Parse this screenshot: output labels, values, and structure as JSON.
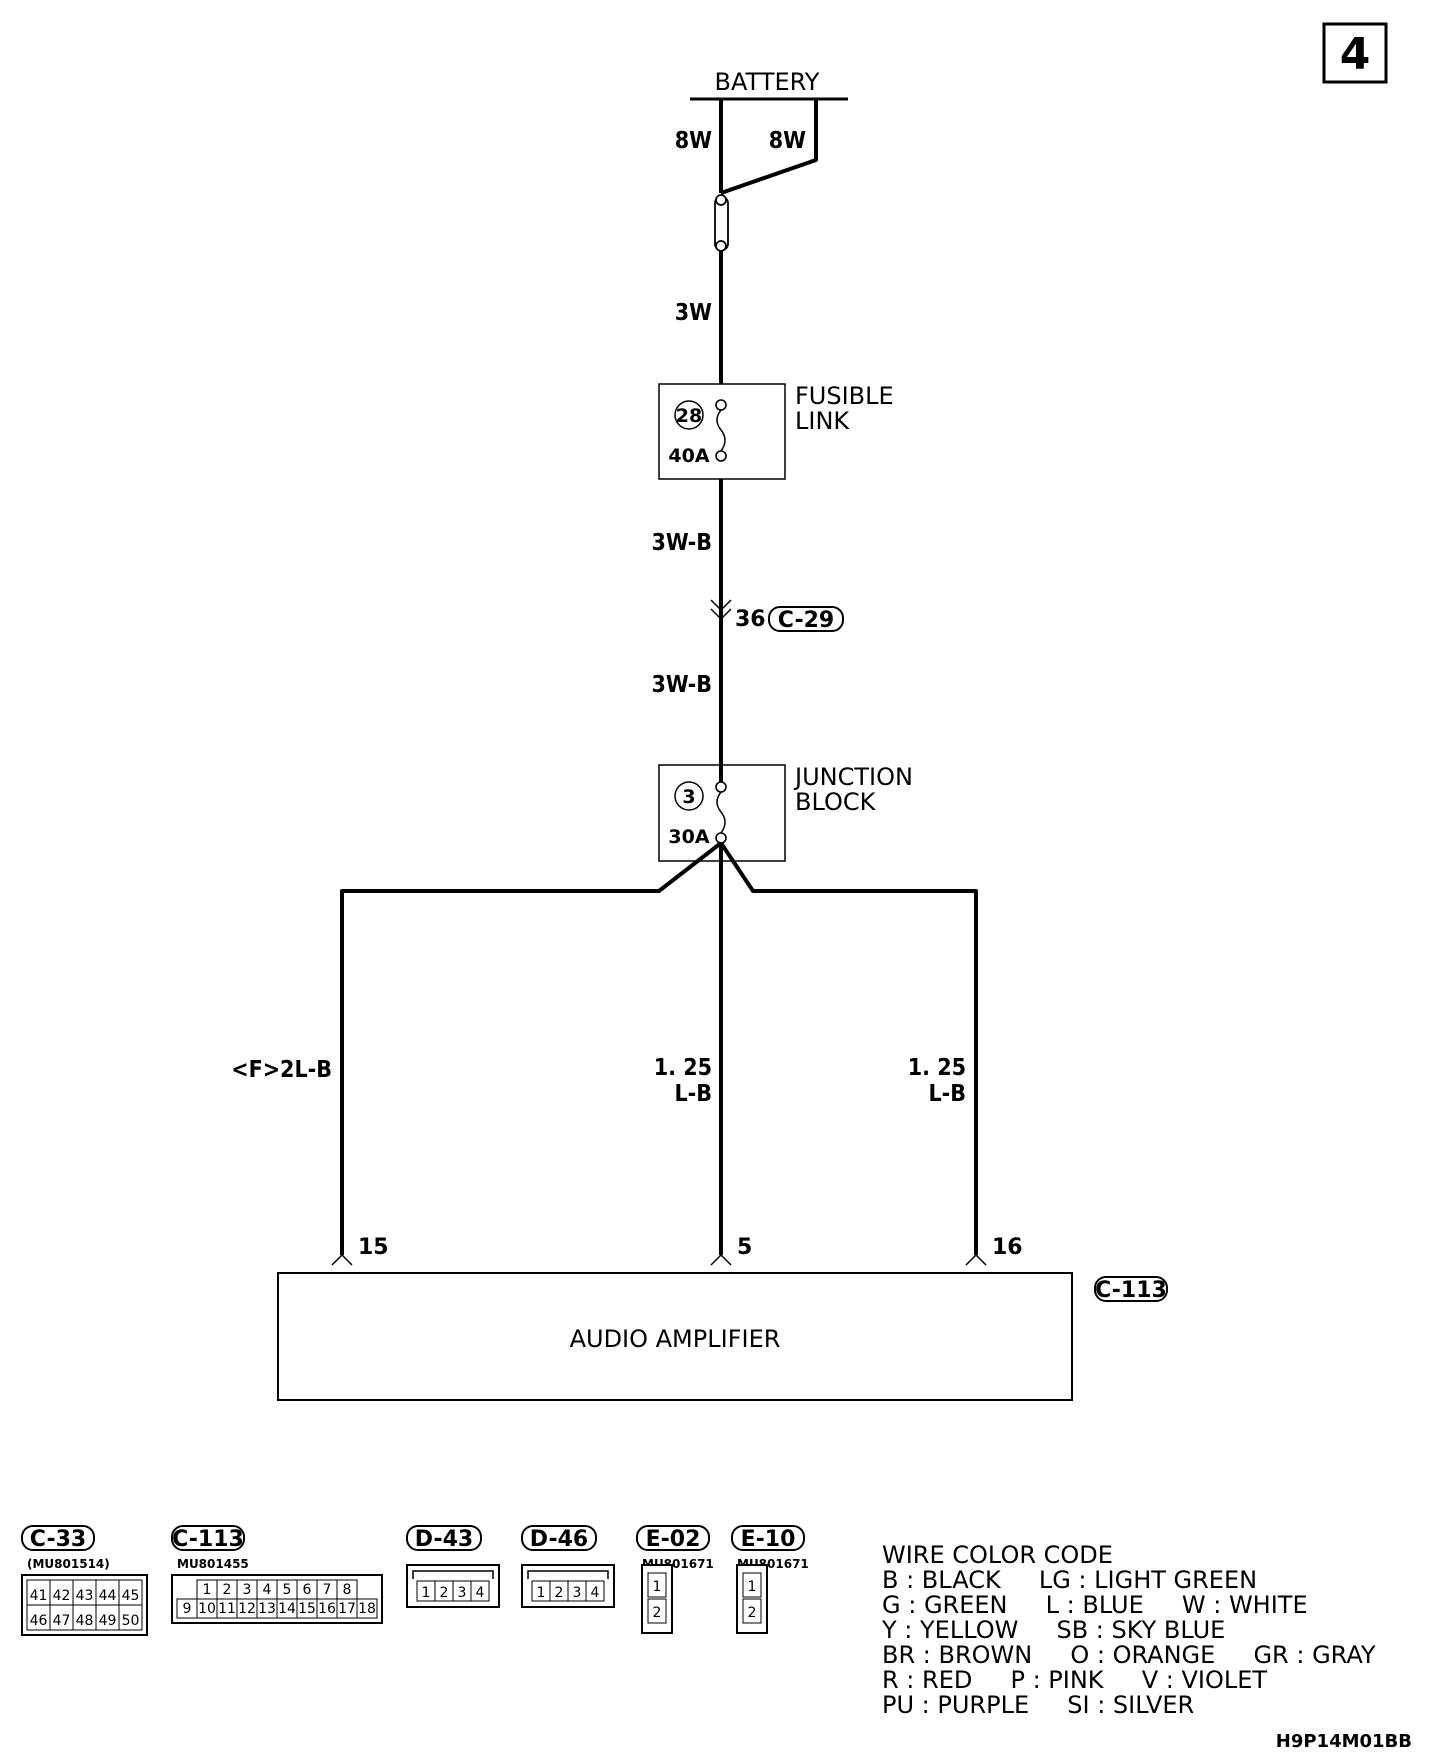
{
  "page_number": "4",
  "battery": {
    "label": "BATTERY",
    "wire_left": "8W",
    "wire_right": "8W"
  },
  "fusible_wire": "3W",
  "fusible_link": {
    "number": "28",
    "rating": "40A",
    "label_line1": "FUSIBLE",
    "label_line2": "LINK"
  },
  "wire_to_connector": "3W-B",
  "inline_connector": {
    "pin": "36",
    "name": "C-29"
  },
  "wire_after_connector": "3W-B",
  "junction_block": {
    "number": "3",
    "rating": "30A",
    "label_line1": "JUNCTION",
    "label_line2": "BLOCK"
  },
  "branches": {
    "left": {
      "wire": "<F>2L-B",
      "pin": "15"
    },
    "center": {
      "wire_line1": "1. 25",
      "wire_line2": "L-B",
      "pin": "5"
    },
    "right": {
      "wire_line1": "1. 25",
      "wire_line2": "L-B",
      "pin": "16"
    }
  },
  "amplifier": {
    "label": "AUDIO AMPLIFIER",
    "connector": "C-113"
  },
  "connectors": [
    {
      "name": "C-33",
      "part": "(MU801514)",
      "pins_top": [
        "41",
        "42",
        "43",
        "44",
        "45"
      ],
      "pins_bottom": [
        "46",
        "47",
        "48",
        "49",
        "50"
      ]
    },
    {
      "name": "C-113",
      "part": "MU801455",
      "pins_top": [
        "1",
        "2",
        "3",
        "4",
        "5",
        "6",
        "7",
        "8"
      ],
      "pins_bottom": [
        "9",
        "10",
        "11",
        "12",
        "13",
        "14",
        "15",
        "16",
        "17",
        "18"
      ]
    },
    {
      "name": "D-43",
      "part": "",
      "pins": [
        "1",
        "2",
        "3",
        "4"
      ]
    },
    {
      "name": "D-46",
      "part": "",
      "pins": [
        "1",
        "2",
        "3",
        "4"
      ]
    },
    {
      "name": "E-02",
      "part": "MU801671",
      "pins": [
        "1",
        "2"
      ]
    },
    {
      "name": "E-10",
      "part": "MU801671",
      "pins": [
        "1",
        "2"
      ]
    }
  ],
  "wire_color_code": {
    "title": "WIRE COLOR CODE",
    "lines": [
      "B : BLACK     LG : LIGHT GREEN",
      "G : GREEN     L : BLUE     W : WHITE",
      "Y : YELLOW     SB : SKY BLUE",
      "BR : BROWN     O : ORANGE     GR : GRAY",
      "R : RED     P : PINK     V : VIOLET",
      "PU : PURPLE     SI : SILVER"
    ]
  },
  "figure_code": "H9P14M01BB"
}
